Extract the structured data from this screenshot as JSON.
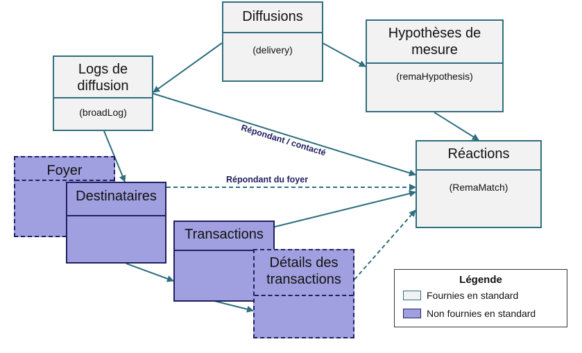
{
  "colors": {
    "standard_fill": "#f2f2f2",
    "standard_border": "#2e6e7e",
    "nonstandard_fill": "#a09fe0",
    "nonstandard_border": "#1f1f5e",
    "arrow": "#2e6e7e",
    "edge_label": "#1f1f5e"
  },
  "tables": {
    "diffusions": {
      "title": "Diffusions",
      "name": "(delivery)"
    },
    "hypotheses": {
      "title": "Hypothèses de mesure",
      "name": "(remaHypothesis)"
    },
    "logs": {
      "title": "Logs de diffusion",
      "name": "(broadLog)"
    },
    "reactions": {
      "title": "Réactions",
      "name": "(RemaMatch)"
    },
    "foyer": {
      "title": "Foyer"
    },
    "destinataires": {
      "title": "Destinataires"
    },
    "transactions": {
      "title": "Transactions"
    },
    "details": {
      "title": "Détails des transactions"
    }
  },
  "edge_labels": {
    "repondant_contacte": "Répondant / contacté",
    "repondant_foyer": "Répondant du foyer"
  },
  "legend": {
    "title": "Légende",
    "standard": "Fournies en standard",
    "nonstandard": "Non fournies en standard"
  }
}
